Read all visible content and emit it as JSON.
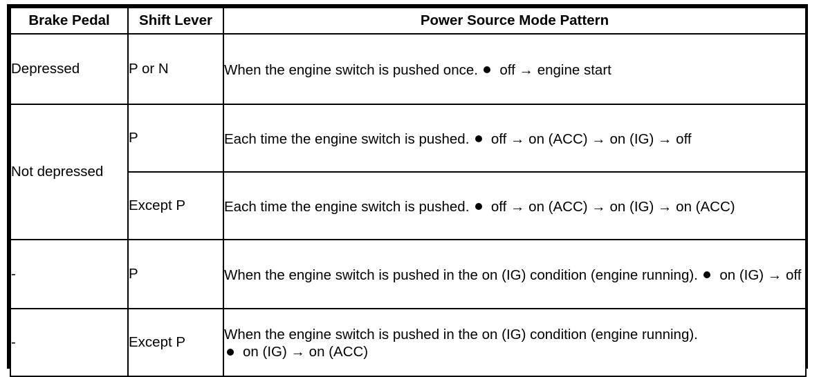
{
  "table": {
    "columns": [
      {
        "header": "Brake Pedal"
      },
      {
        "header": "Shift Lever"
      },
      {
        "header": "Power Source Mode Pattern"
      }
    ],
    "rows": [
      {
        "brake_pedal": "Depressed",
        "shift_lever": "P or N",
        "lead": "When the engine switch is pushed once.",
        "bullet": "off → engine start"
      },
      {
        "brake_pedal": "Not depressed",
        "shift_lever": "P",
        "lead": "Each time the engine switch is pushed.",
        "bullet": "off → on (ACC) → on (IG) → off"
      },
      {
        "brake_pedal": "",
        "shift_lever": "Except P",
        "lead": "Each time the engine switch is pushed.",
        "bullet": "off → on (ACC) → on (IG) → on (ACC)"
      },
      {
        "brake_pedal": "-",
        "shift_lever": "P",
        "lead": "When the engine switch is pushed in the on (IG) condition (engine running).",
        "bullet": "on (IG) → off"
      },
      {
        "brake_pedal": "-",
        "shift_lever": "Except P",
        "lead": "When the engine switch is pushed in the on (IG) condition (engine running).",
        "bullet": "on (IG) → on (ACC)"
      }
    ]
  },
  "style": {
    "border_color": "#000000",
    "text_color": "#000000",
    "background": "#ffffff"
  }
}
